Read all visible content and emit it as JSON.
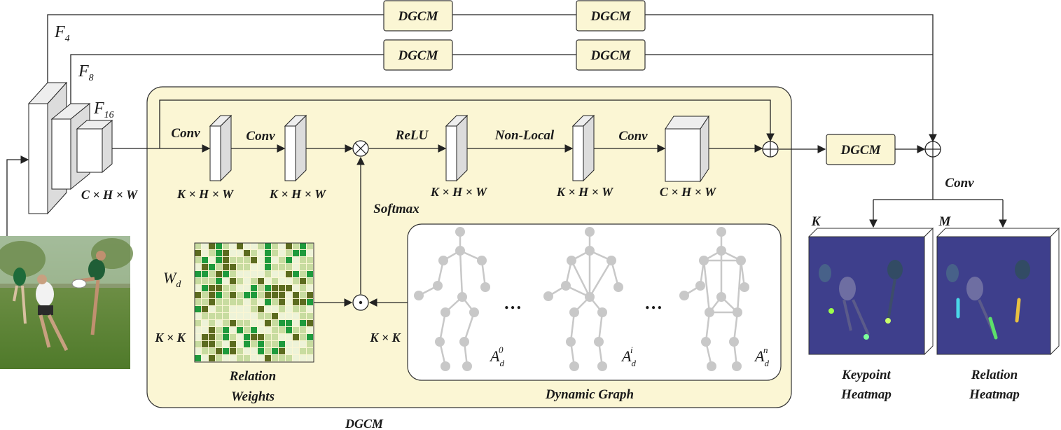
{
  "features": {
    "f4_label": "F",
    "f4_sub": "4",
    "f8_label": "F",
    "f8_sub": "8",
    "f16_label": "F",
    "f16_sub": "16",
    "input_dims": "C × H × W"
  },
  "top_path": {
    "row1": [
      "DGCM",
      "DGCM"
    ],
    "row2": [
      "DGCM",
      "DGCM"
    ]
  },
  "module": {
    "title": "DGCM",
    "ops": [
      "Conv",
      "Conv",
      "ReLU",
      "Non-Local",
      "Conv"
    ],
    "dims": [
      "K × H × W",
      "K × H × W",
      "K × H × W",
      "K × H × W",
      "C × H × W"
    ],
    "softmax": "Softmax",
    "relation_weights_label": [
      "Relation",
      "Weights"
    ],
    "wd_symbol": "W",
    "wd_sub": "d",
    "kk_left": "K × K",
    "kk_right": "K × K",
    "dynamic_graph_label": "Dynamic Graph",
    "graphs": [
      {
        "symbol": "A",
        "sub": "d",
        "sup": "0"
      },
      {
        "symbol": "A",
        "sub": "d",
        "sup": "i"
      },
      {
        "symbol": "A",
        "sub": "d",
        "sup": "n"
      }
    ],
    "ellipsis": [
      "…",
      "…"
    ]
  },
  "output": {
    "dgcm": "DGCM",
    "conv": "Conv",
    "k_label": "K",
    "m_label": "M",
    "keypoint_heatmap": [
      "Keypoint",
      "Heatmap"
    ],
    "relation_heatmap": [
      "Relation",
      "Heatmap"
    ]
  },
  "colors": {
    "module_bg": "#fbf6d4",
    "dgcm_box": "#fbf6d4",
    "heatmap_bg": "#3e3f8c",
    "weights_dark": "#5c6b1f",
    "weights_green": "#1e9a3c",
    "weights_light": "#c8dca0",
    "weights_pale": "#eef3d8"
  }
}
